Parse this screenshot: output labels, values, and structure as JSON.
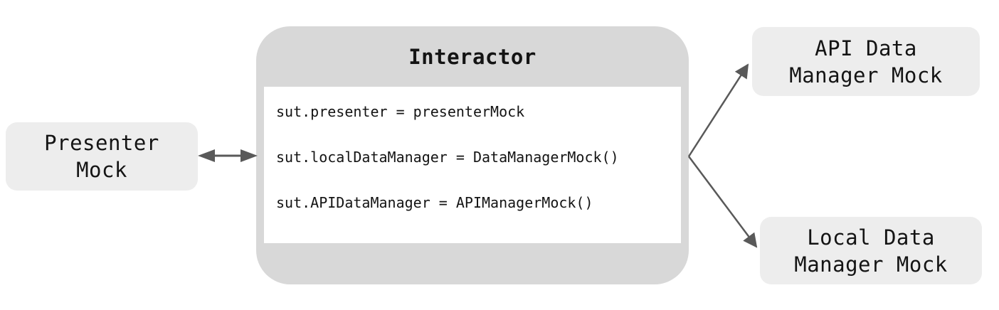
{
  "diagram": {
    "nodes": {
      "presenter_mock": {
        "lines": [
          "Presenter",
          "Mock"
        ]
      },
      "interactor": {
        "title": "Interactor",
        "code_lines": [
          "sut.presenter = presenterMock",
          "sut.localDataManager = DataManagerMock()",
          "sut.APIDataManager = APIManagerMock()"
        ]
      },
      "api_data_manager_mock": {
        "lines": [
          "API Data",
          "Manager Mock"
        ]
      },
      "local_data_manager_mock": {
        "lines": [
          "Local Data",
          "Manager Mock"
        ]
      }
    },
    "connections": [
      {
        "from": "presenter_mock",
        "to": "interactor",
        "style": "bidirectional-arrow"
      },
      {
        "from": "interactor",
        "to": "api_data_manager_mock",
        "style": "arrow"
      },
      {
        "from": "interactor",
        "to": "local_data_manager_mock",
        "style": "arrow"
      }
    ],
    "colors": {
      "node_bg": "#ededed",
      "interactor_bg": "#d8d8d8",
      "code_panel_bg": "#ffffff",
      "arrow": "#595959",
      "text": "#141414"
    }
  }
}
